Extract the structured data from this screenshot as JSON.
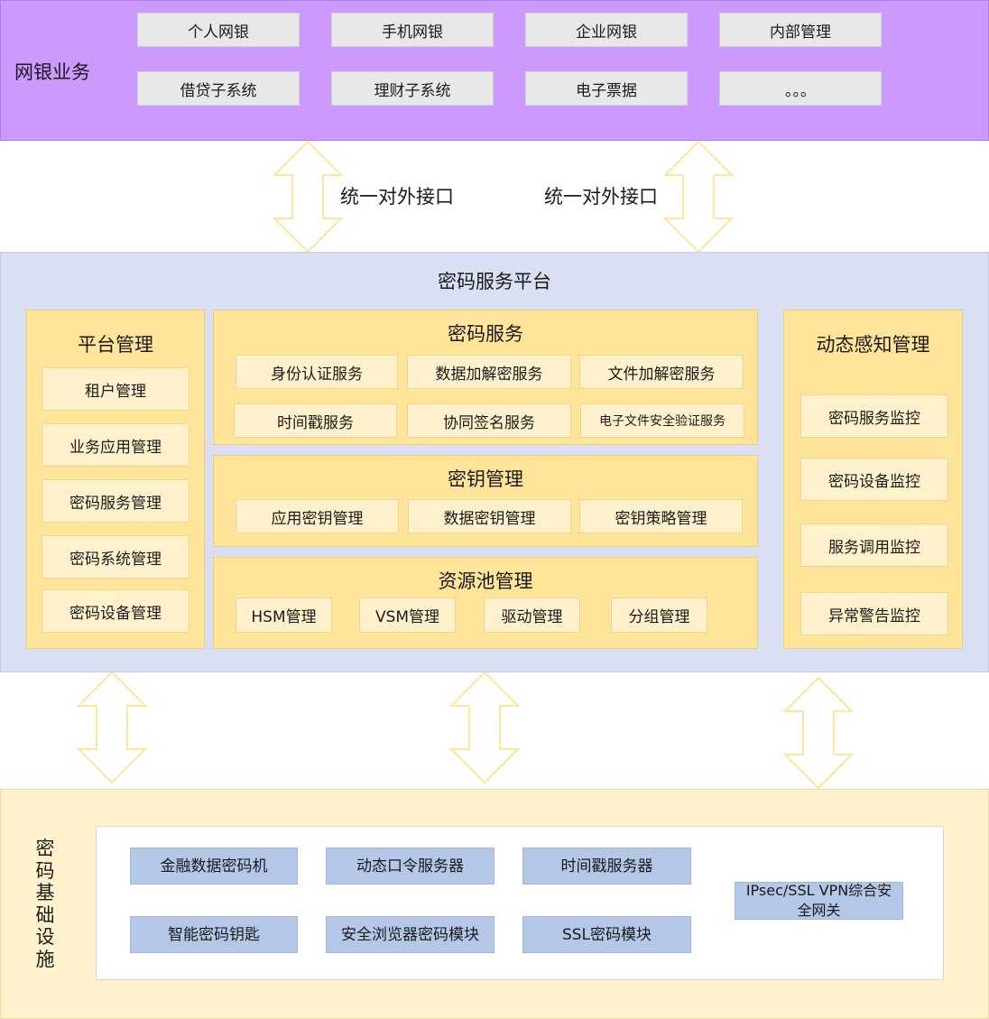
{
  "top": {
    "title": "网银业务",
    "items": [
      "个人网银",
      "手机网银",
      "企业网银",
      "内部管理",
      "借贷子系统",
      "理财子系统",
      "电子票据",
      "。。。"
    ]
  },
  "interface": {
    "left_label": "统一对外接口",
    "right_label": "统一对外接口"
  },
  "platform": {
    "title": "密码服务平台",
    "platform_mgmt": {
      "title": "平台管理",
      "items": [
        "租户管理",
        "业务应用管理",
        "密码服务管理",
        "密码系统管理",
        "密码设备管理"
      ]
    },
    "crypto_service": {
      "title": "密码服务",
      "items": [
        "身份认证服务",
        "数据加解密服务",
        "文件加解密服务",
        "时间戳服务",
        "协同签名服务",
        "电子文件安全验证服务"
      ]
    },
    "key_mgmt": {
      "title": "密钥管理",
      "items": [
        "应用密钥管理",
        "数据密钥管理",
        "密钥策略管理"
      ]
    },
    "pool_mgmt": {
      "title": "资源池管理",
      "items": [
        "HSM管理",
        "VSM管理",
        "驱动管理",
        "分组管理"
      ]
    },
    "dynamic": {
      "title": "动态感知管理",
      "items": [
        "密码服务监控",
        "密码设备监控",
        "服务调用监控",
        "异常警告监控"
      ]
    }
  },
  "infra": {
    "title": "密码基础设施",
    "items": [
      "金融数据密码机",
      "动态口令服务器",
      "时间戳服务器",
      "智能密码钥匙",
      "安全浏览器密码模块",
      "SSL密码模块",
      "IPsec/SSL VPN综合安全网关"
    ]
  },
  "colors": {
    "top_band": "#cc99ff",
    "platform_band": "#dae0f3",
    "panel": "#ffe499",
    "panel_item": "#fff1cc",
    "infra_band": "#fff2cc",
    "infra_item": "#b4c7e7",
    "arrow_fill": "#ffffff",
    "arrow_stroke": "#ffe699"
  }
}
